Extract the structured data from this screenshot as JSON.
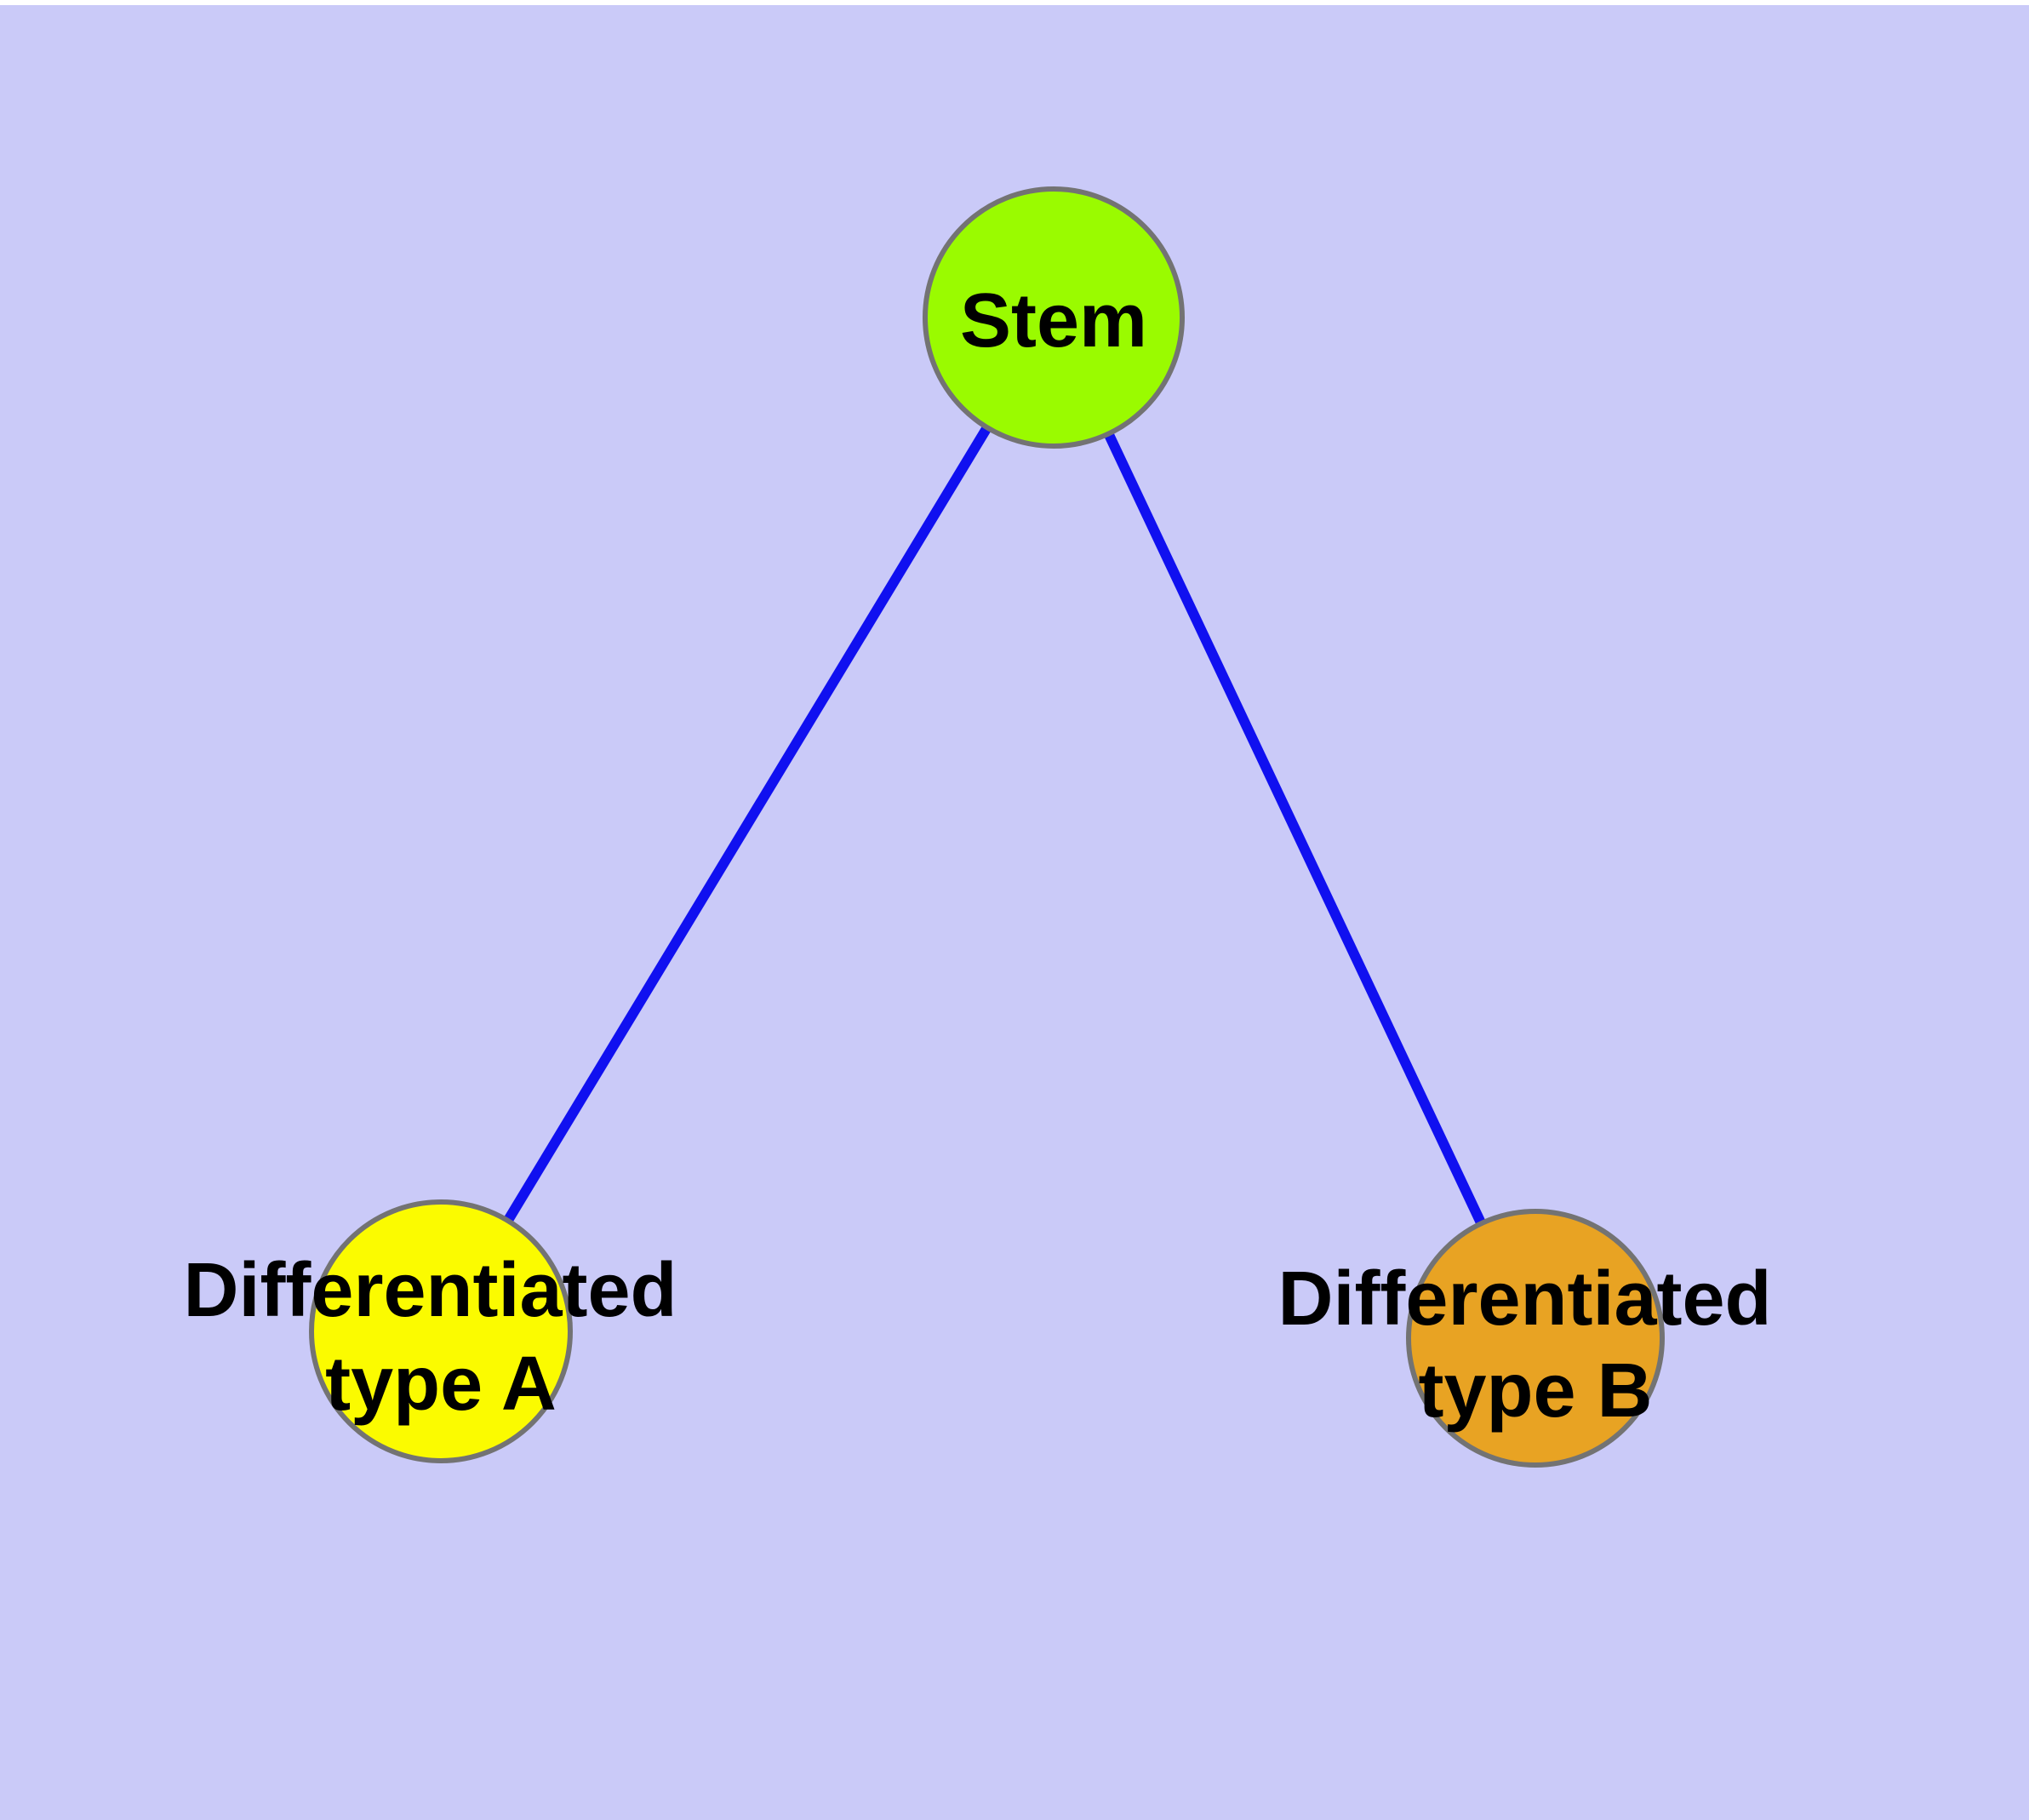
{
  "page": {
    "background_color": "#CACAF8",
    "top_strip_color": "#FFFFFF"
  },
  "diagram": {
    "type": "graph",
    "edge_color": "#1010F0",
    "node_border_color": "#737373",
    "nodes": {
      "stem": {
        "label": "Stem",
        "fill": "#9AFB00"
      },
      "type_a": {
        "label": "Differentiated type A",
        "line1": "Differentiated",
        "line2": "type A",
        "fill": "#FBFB00"
      },
      "type_b": {
        "label": "Differentiated type B",
        "line1": "Differentiated",
        "line2": "type B",
        "fill": "#E8A323"
      }
    },
    "edges": [
      {
        "from": "Stem",
        "to": "Differentiated type A"
      },
      {
        "from": "Stem",
        "to": "Differentiated type B"
      }
    ]
  }
}
